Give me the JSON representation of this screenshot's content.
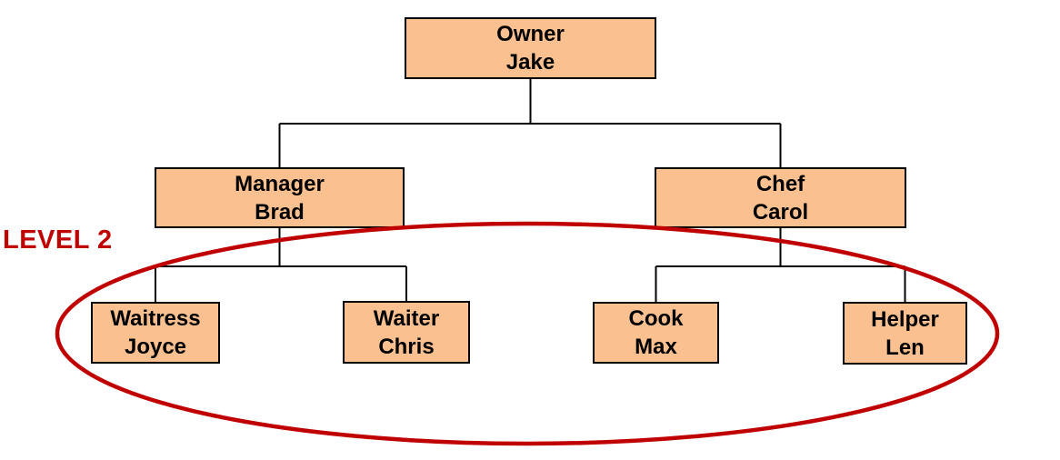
{
  "diagram": {
    "type": "org-chart",
    "annotation": {
      "label": "LEVEL 2",
      "shape": "ellipse",
      "encircles": [
        "Waitress Joyce",
        "Waiter Chris",
        "Cook Max",
        "Helper Len"
      ]
    },
    "nodes": [
      {
        "id": "owner",
        "role": "Owner",
        "name": "Jake",
        "level": 0
      },
      {
        "id": "manager",
        "role": "Manager",
        "name": "Brad",
        "level": 1
      },
      {
        "id": "chef",
        "role": "Chef",
        "name": "Carol",
        "level": 1
      },
      {
        "id": "waitress",
        "role": "Waitress",
        "name": "Joyce",
        "level": 2
      },
      {
        "id": "waiter",
        "role": "Waiter",
        "name": "Chris",
        "level": 2
      },
      {
        "id": "cook",
        "role": "Cook",
        "name": "Max",
        "level": 2
      },
      {
        "id": "helper",
        "role": "Helper",
        "name": "Len",
        "level": 2
      }
    ],
    "edges": [
      [
        "Owner",
        "Manager"
      ],
      [
        "Owner",
        "Chef"
      ],
      [
        "Manager",
        "Waitress"
      ],
      [
        "Manager",
        "Waiter"
      ],
      [
        "Chef",
        "Cook"
      ],
      [
        "Chef",
        "Helper"
      ]
    ],
    "colors": {
      "node_fill": "#FAC090",
      "node_border": "#000000",
      "connector": "#000000",
      "annotation": "#C00000"
    }
  }
}
